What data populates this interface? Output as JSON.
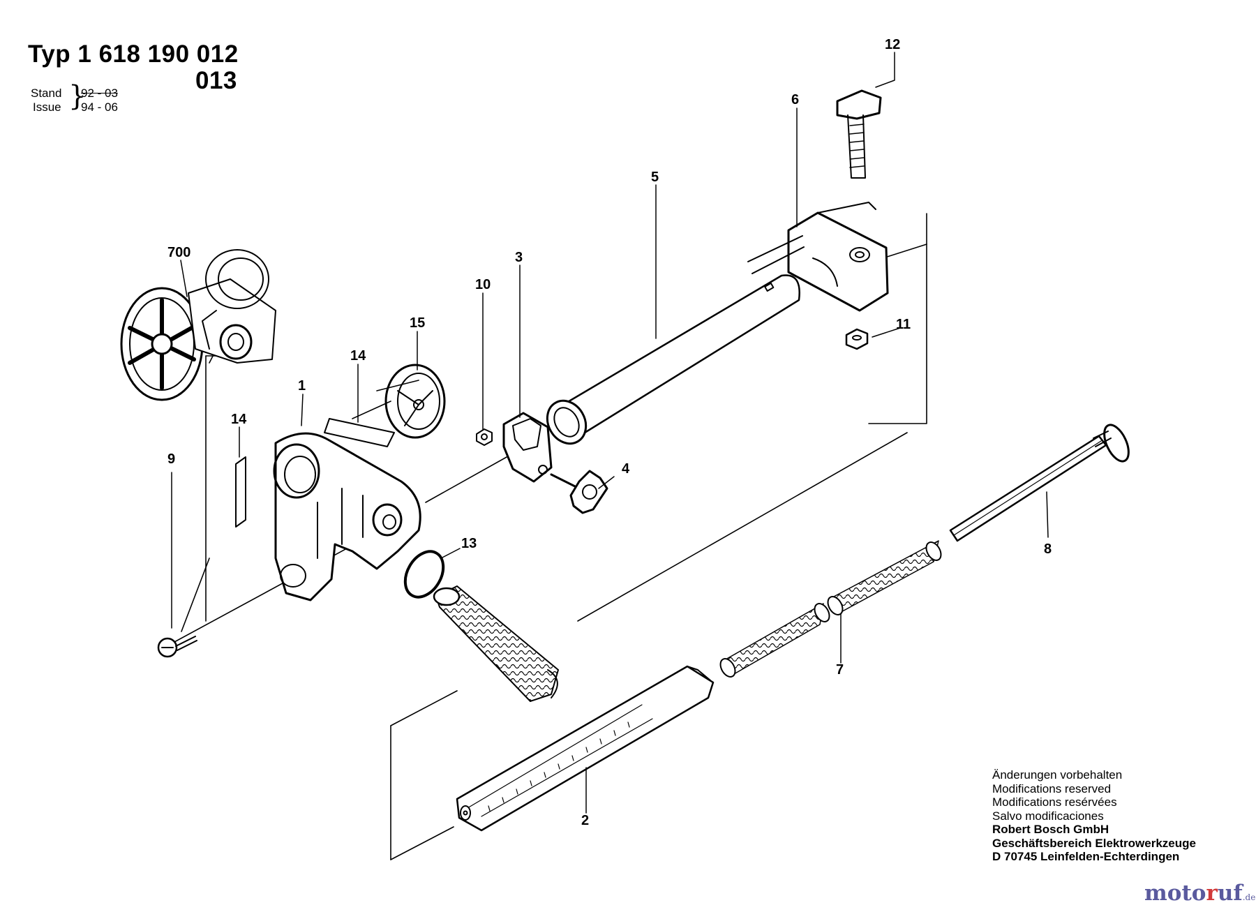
{
  "header": {
    "title_prefix": "Typ",
    "title_number": "1 618 190 012",
    "title_number_alt": "013",
    "stand_label": "Stand",
    "issue_label": "Issue",
    "stand_value": "92 - 03",
    "issue_value": "94 - 06"
  },
  "parts": {
    "p1": "1",
    "p2": "2",
    "p3": "3",
    "p4": "4",
    "p5": "5",
    "p6": "6",
    "p7": "7",
    "p8": "8",
    "p9": "9",
    "p10": "10",
    "p11": "11",
    "p12": "12",
    "p13": "13",
    "p14a": "14",
    "p14b": "14",
    "p15": "15",
    "p700": "700"
  },
  "notes": {
    "line1": "Änderungen vorbehalten",
    "line2": "Modifications reserved",
    "line3": "Modifications resérvées",
    "line4": "Salvo modificaciones",
    "company1": "Robert Bosch GmbH",
    "company2": "Geschäftsbereich Elektrowerkzeuge",
    "company3": "D 70745 Leinfelden-Echterdingen"
  },
  "logo": {
    "main_a": "moto",
    "main_r": "r",
    "main_b": "uf",
    "suffix": ".de"
  },
  "colors": {
    "ink": "#000000",
    "logo_blue": "#5a5a9e",
    "logo_red": "#d23a3a"
  }
}
